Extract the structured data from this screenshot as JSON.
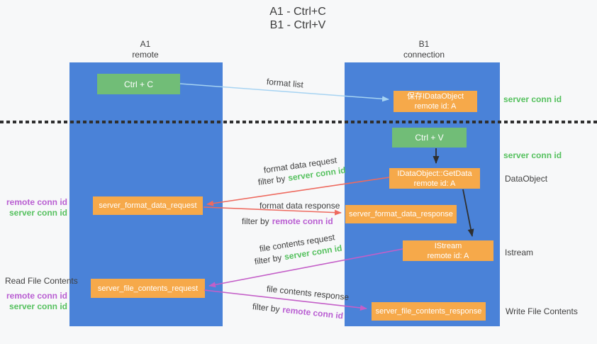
{
  "title": {
    "line1": "A1 - Ctrl+C",
    "line2": "B1 - Ctrl+V"
  },
  "columns": {
    "a1": {
      "name": "A1",
      "subtitle": "remote"
    },
    "b1": {
      "name": "B1",
      "subtitle": "connection"
    }
  },
  "boxes": {
    "ctrl_c": "Ctrl + C",
    "ctrl_v": "Ctrl + V",
    "save_idataobject": {
      "line1": "保存IDataObject",
      "line2": "remote id: A"
    },
    "getdata": {
      "line1": "IDataObject::GetData",
      "line2": "remote id: A"
    },
    "istream": {
      "line1": "IStream",
      "line2": "remote id: A"
    },
    "format_request": "server_format_data_request",
    "format_response": "server_format_data_response",
    "file_request": "server_file_contents_request",
    "file_response": "server_file_contents_response"
  },
  "arrow_labels": {
    "format_list": "format list",
    "format_data_request": "format data request",
    "format_data_response": "format data response",
    "file_contents_request": "file contents request",
    "file_contents_response": "file contents response",
    "filter_by": "filter by"
  },
  "keys": {
    "server_conn_id": "server conn id",
    "remote_conn_id": "remote conn id"
  },
  "side_labels": {
    "read_file_contents": "Read File Contents",
    "write_file_contents": "Write File Contents",
    "dataobject": "DataObject",
    "istream": "Istream"
  },
  "colors": {
    "background": "#f7f8f9",
    "column_blue": "#4a82d8",
    "box_green": "#71bd77",
    "box_orange": "#f6a94a",
    "server_conn_green": "#56c15f",
    "remote_conn_purple": "#b95ed2",
    "arrow_lightblue": "#a6d3f2",
    "arrow_red": "#ee6a5f",
    "arrow_magenta": "#c45fc8",
    "arrow_black": "#2f2f2f",
    "text_gray": "#3f3f3f"
  }
}
